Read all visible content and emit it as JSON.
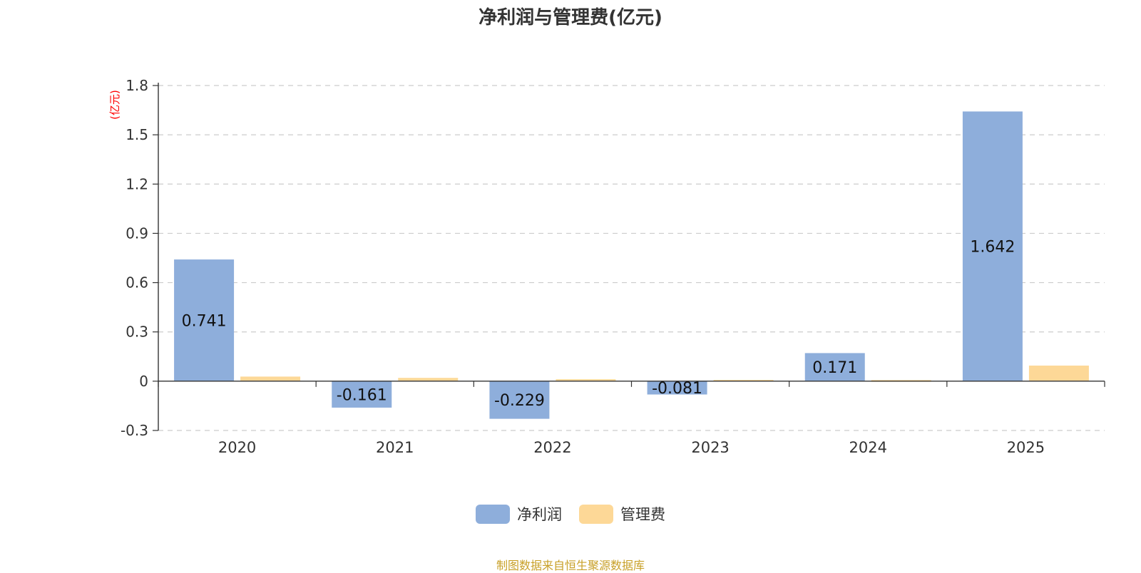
{
  "chart_data": {
    "type": "bar",
    "title": "净利润与管理费(亿元)",
    "ylabel": "(亿元)",
    "xlabel": "",
    "categories": [
      "2020",
      "2021",
      "2022",
      "2023",
      "2024",
      "2025"
    ],
    "series": [
      {
        "name": "净利润",
        "color": "#8eaedb",
        "values": [
          0.741,
          -0.161,
          -0.229,
          -0.081,
          0.171,
          1.642
        ],
        "labels": [
          "0.741",
          "-0.161",
          "-0.229",
          "-0.081",
          "0.171",
          "1.642"
        ]
      },
      {
        "name": "管理费",
        "color": "#fdd897",
        "values": [
          0.028,
          0.02,
          0.012,
          0.008,
          0.007,
          0.095
        ]
      }
    ],
    "ylim": [
      -0.3,
      1.8
    ],
    "yticks": [
      "1.8",
      "1.5",
      "1.2",
      "0.9",
      "0.6",
      "0.3",
      "0",
      "-0.3"
    ],
    "grid": true,
    "legend_position": "bottom"
  },
  "colors": {
    "axis_unit": "#ff0000",
    "source_note": "#c8a028"
  },
  "source_note": "制图数据来自恒生聚源数据库"
}
